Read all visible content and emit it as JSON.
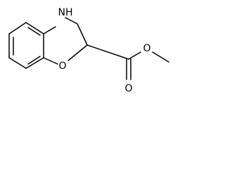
{
  "molecule": {
    "atoms": {
      "nh": "NH",
      "ring_o": "O",
      "carbonyl_o": "O",
      "ester_o": "O"
    }
  }
}
